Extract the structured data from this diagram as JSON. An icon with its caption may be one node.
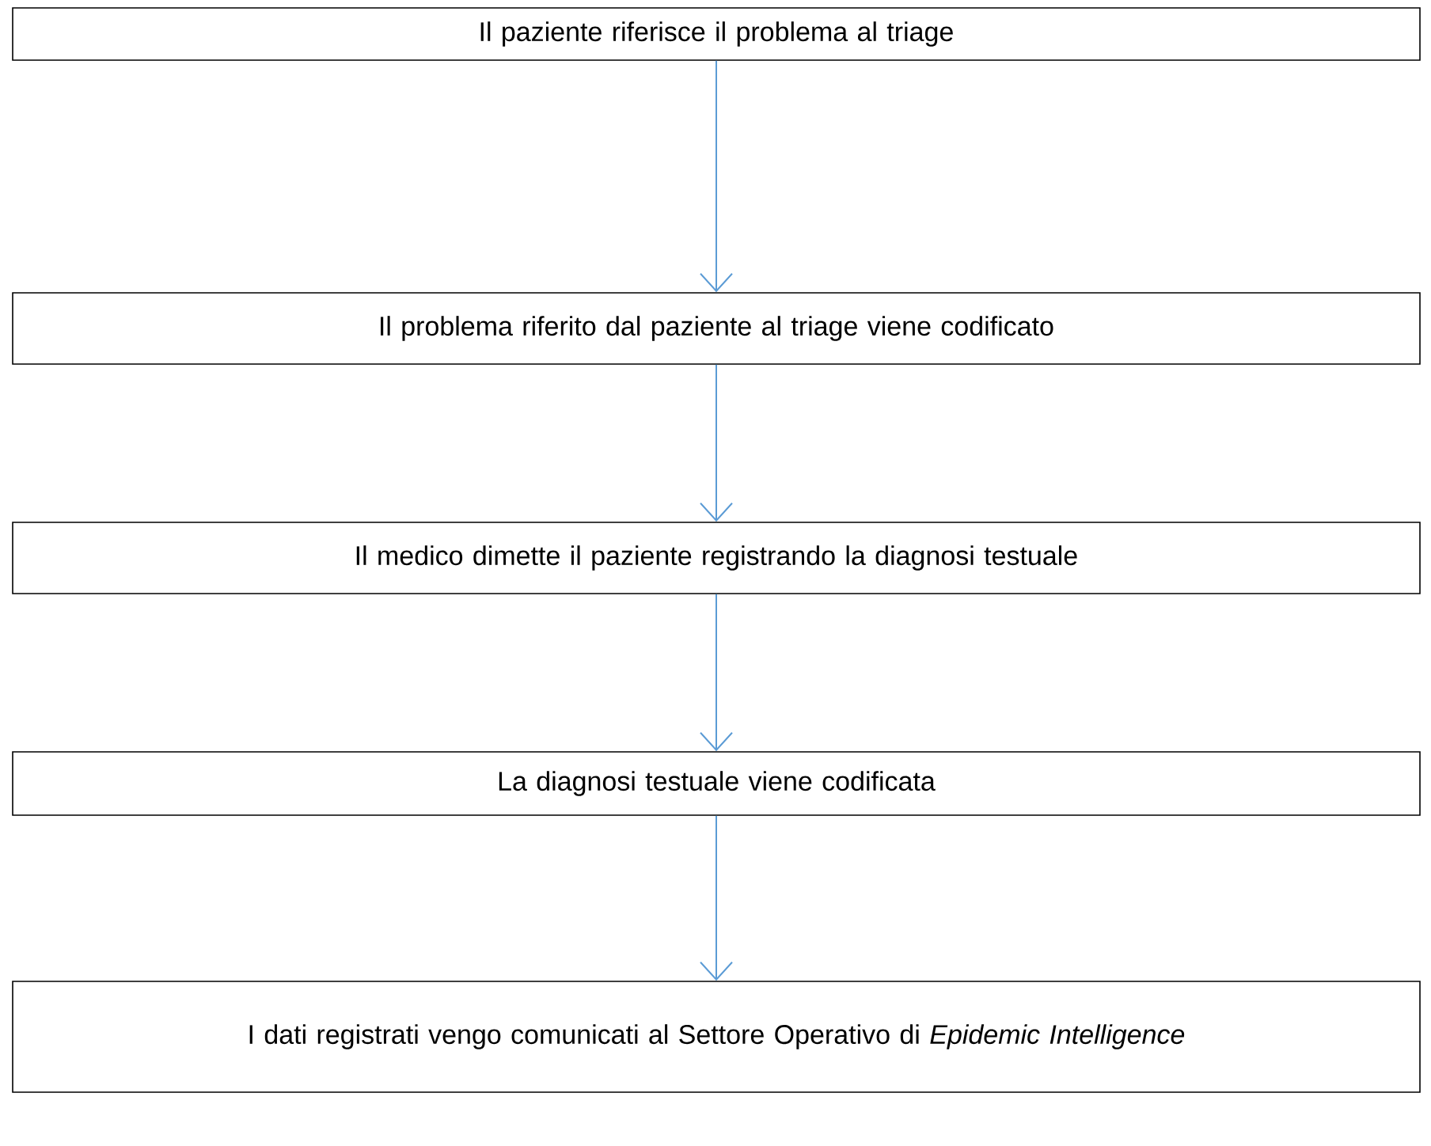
{
  "diagram": {
    "nodes": [
      {
        "text": [
          "Il paziente riferisce il problema al triage"
        ]
      },
      {
        "text": [
          "Il problema riferito dal paziente al triage viene codificato"
        ]
      },
      {
        "text": [
          "Il medico dimette il paziente registrando la diagnosi testuale"
        ]
      },
      {
        "text": [
          "La diagnosi testuale viene codificata"
        ]
      },
      {
        "text": [
          "I dati registrati vengo comunicati al Settore Operativo di *Epidemic Intelligence*"
        ]
      }
    ],
    "edges": [
      {
        "from": 0,
        "to": 1,
        "arrow": "to"
      },
      {
        "from": 1,
        "to": 2,
        "arrow": "to"
      },
      {
        "from": 2,
        "to": 3,
        "arrow": "to"
      },
      {
        "from": 3,
        "to": 4,
        "arrow": "to"
      }
    ]
  }
}
